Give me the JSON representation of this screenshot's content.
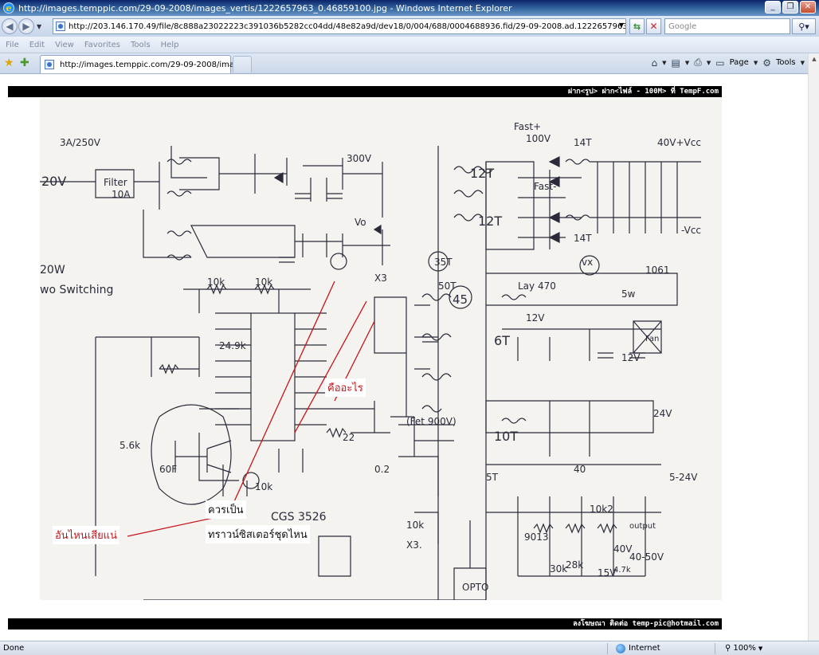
{
  "window": {
    "title": "http://images.temppic.com/29-09-2008/images_vertis/1222657963_0.46859100.jpg - Windows Internet Explorer",
    "logo_letter": "e"
  },
  "address": {
    "url": "http://203.146.170.49/file/8c888a23022223c391036b5282cc04dd/48e82a9d/dev18/0/004/688/0004688936.fid/29-09-2008.ad.1222657963_0.4685910(",
    "search_placeholder": "Google"
  },
  "menu": [
    "File",
    "Edit",
    "View",
    "Favorites",
    "Tools",
    "Help"
  ],
  "tab": {
    "label": "http://images.temppic.com/29-09-2008/image..."
  },
  "commandbar": {
    "page_label": "Page",
    "tools_label": "Tools"
  },
  "banners": {
    "top": "ฝาก<รูป> ฝาก<ไฟล์ - 100M> ที่ TempF.com",
    "bottom": "ลงโฆษณา ติดต่อ  temp-pic@hotmail.com"
  },
  "annotations": {
    "what_is_this": "คืออะไร",
    "which_one_broken": "อันไหนเสียแน่",
    "should_be": "ควรเป็น",
    "which_transistor": "ทราวน์ซิสเตอร์ชุดไหน"
  },
  "status": {
    "text": "Done",
    "zone": "Internet",
    "zoom": "100%"
  },
  "colors": {
    "annotation_red": "#c4161c",
    "titlebar": "#0a246a"
  }
}
